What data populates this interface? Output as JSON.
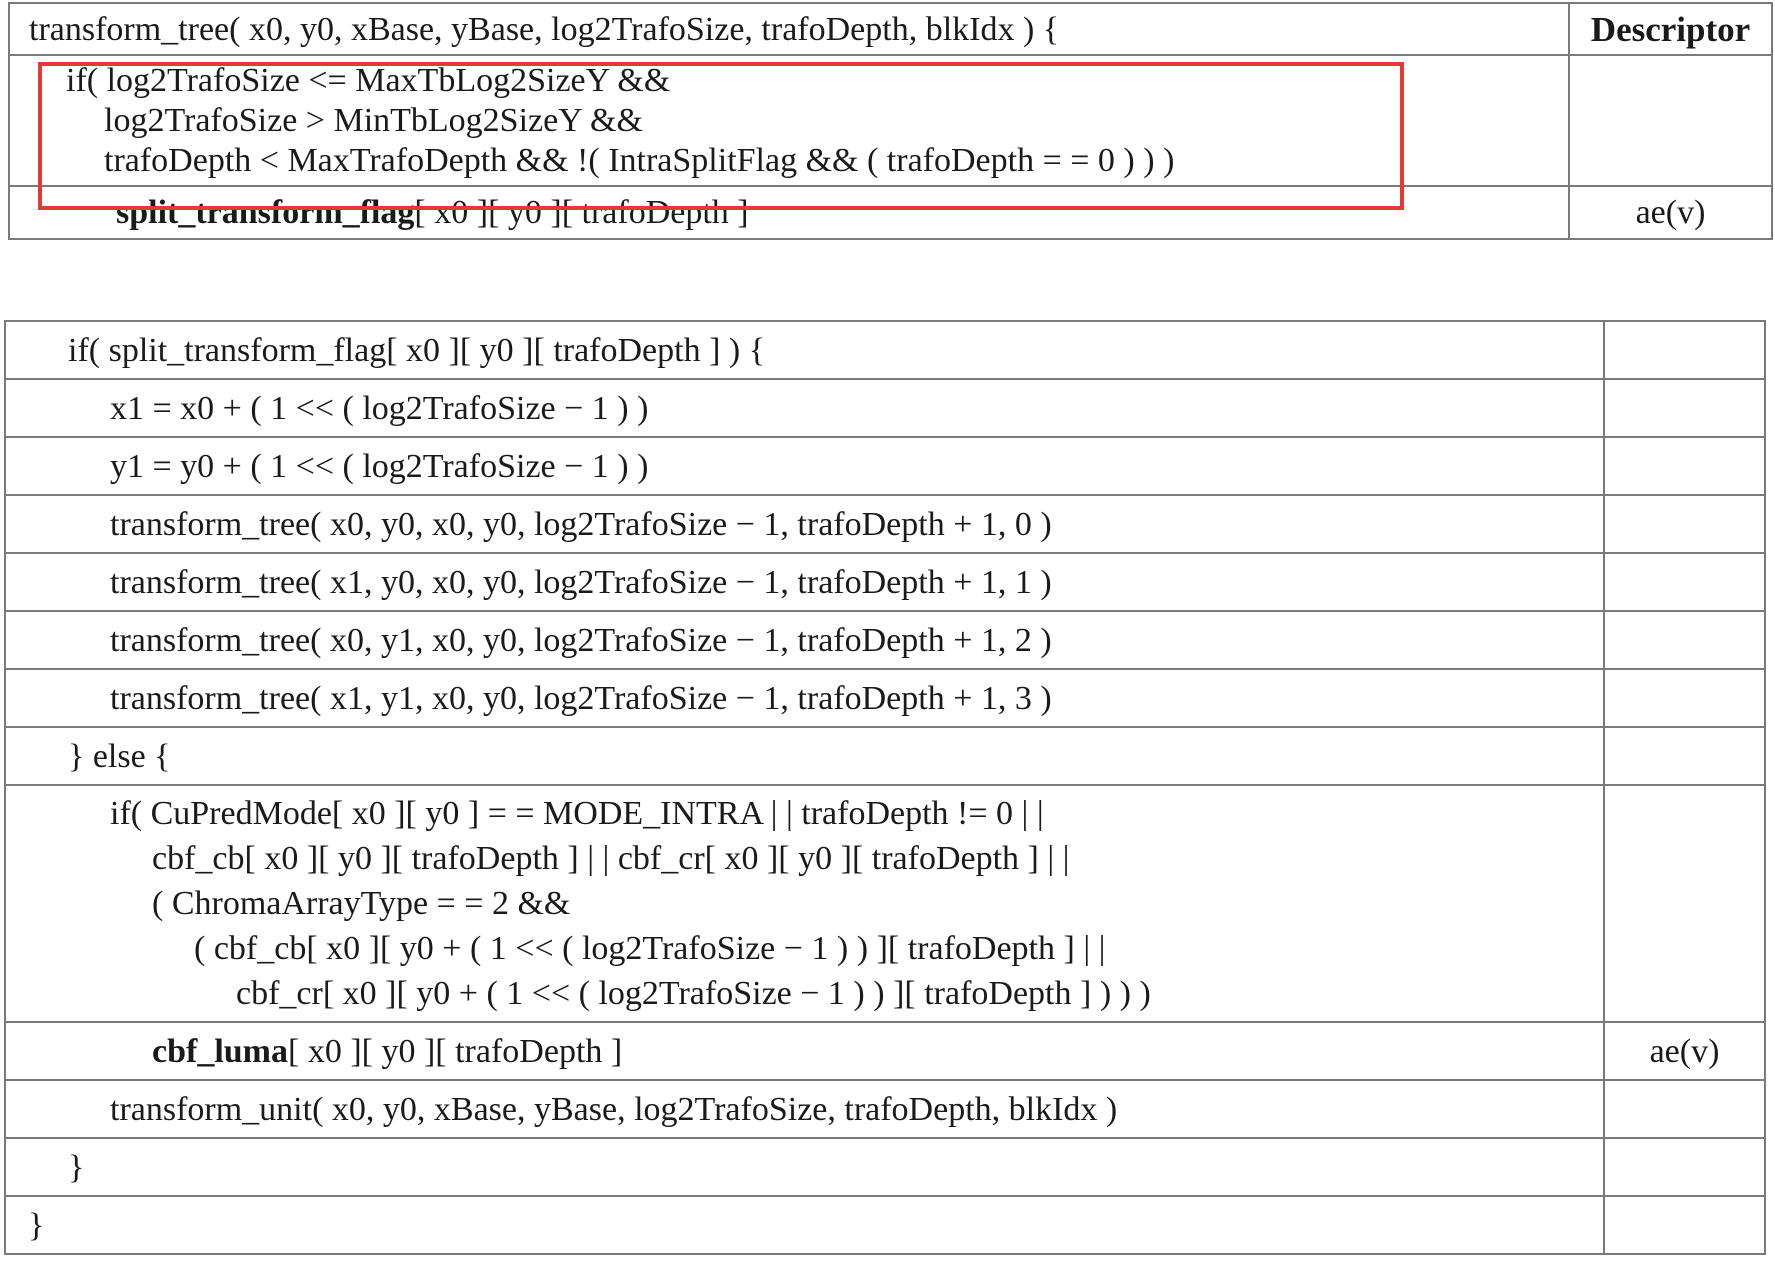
{
  "table1": {
    "header": {
      "syntax": "transform_tree( x0, y0, xBase, yBase, log2TrafoSize, trafoDepth, blkIdx ) {",
      "descriptor": "Descriptor"
    },
    "condition": {
      "line1": "if( log2TrafoSize  <=  MaxTbLog2SizeY  &&",
      "line2": "log2TrafoSize > MinTbLog2SizeY  &&",
      "line3": "trafoDepth < MaxTrafoDepth  &&  !( IntraSplitFlag  &&  ( trafoDepth  = =  0 ) ) )"
    },
    "split_flag": {
      "name": "split_transform_flag",
      "args": "[ x0 ][ y0 ][ trafoDepth ]",
      "descriptor": "ae(v)"
    },
    "highlight_color": "#e53935"
  },
  "table2": {
    "r1": "if( split_transform_flag[ x0 ][ y0 ][ trafoDepth ] ) {",
    "r2": "x1 = x0 + ( 1  <<  ( log2TrafoSize − 1 ) )",
    "r3": "y1 = y0 + ( 1  <<  ( log2TrafoSize − 1 ) )",
    "r4": "transform_tree( x0, y0, x0, y0, log2TrafoSize − 1, trafoDepth + 1, 0 )",
    "r5": "transform_tree( x1, y0, x0, y0, log2TrafoSize − 1, trafoDepth + 1, 1 )",
    "r6": "transform_tree( x0, y1, x0, y0, log2TrafoSize − 1, trafoDepth + 1, 2 )",
    "r7": "transform_tree( x1, y1, x0, y0, log2TrafoSize − 1, trafoDepth + 1, 3 )",
    "r8": "} else {",
    "r9": {
      "l1": "if( CuPredMode[ x0 ][ y0 ]  = =  MODE_INTRA  | |  trafoDepth  !=  0  | |",
      "l2": "cbf_cb[ x0 ][ y0 ][ trafoDepth ]  | |  cbf_cr[ x0 ][ y0 ][ trafoDepth ]  | |",
      "l3": "( ChromaArrayType  = =  2  &&",
      "l4": "( cbf_cb[ x0 ][ y0 + ( 1  <<  ( log2TrafoSize − 1 ) ) ][ trafoDepth ]  | |",
      "l5": "cbf_cr[ x0 ][ y0 + ( 1  <<  ( log2TrafoSize − 1 ) ) ][ trafoDepth ] ) ) )"
    },
    "r10": {
      "name": "cbf_luma",
      "args": "[ x0 ][ y0 ][ trafoDepth ]",
      "descriptor": "ae(v)"
    },
    "r11": "transform_unit( x0, y0, xBase, yBase, log2TrafoSize, trafoDepth, blkIdx )",
    "r12": "}",
    "r13": "}"
  }
}
